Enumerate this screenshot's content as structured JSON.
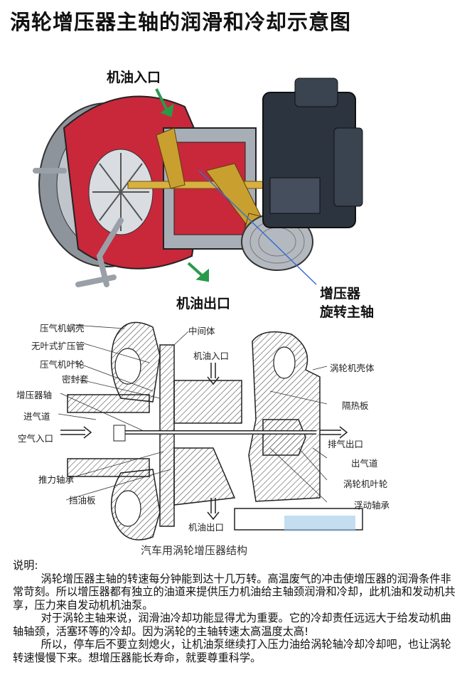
{
  "title": "涡轮增压器主轴的润滑和冷却示意图",
  "photo_labels": {
    "oil_inlet": "机油入口",
    "oil_outlet": "机油出口",
    "shaft_line1": "增压器",
    "shaft_line2": "旋转主轴"
  },
  "diagram": {
    "caption": "汽车用涡轮增压器结构",
    "left_labels": [
      "压气机蜗壳",
      "无叶式扩压管",
      "压气机叶轮",
      "密封套",
      "增压器轴",
      "进气道",
      "空气入口",
      "推力轴承",
      "挡油板"
    ],
    "center_labels": [
      "中间体",
      "机油入口",
      "机油出口"
    ],
    "right_labels": [
      "涡轮机壳体",
      "隔热板",
      "排气出口",
      "出气道",
      "涡轮机叶轮",
      "浮动轴承"
    ]
  },
  "notes": {
    "heading": "说明:",
    "p1": "涡轮增压器主轴的转速每分钟能到达十几万转。高温废气的冲击使增压器的润滑条件非常苛刻。所以增压器都有独立的油道来提供压力机油给主轴颈润滑和冷却，此机油和发动机共享，压力来自发动机机油泵。",
    "p2": "对于涡轮主轴来说，润滑油冷却功能显得尤为重要。它的冷却责任远远大于给发动机曲轴轴颈，活塞环等的冷却。因为涡轮的主轴转速太高温度太高!",
    "p3": "所以，停车后不要立刻熄火，让机油泵继续打入压力油给涡轮轴冷却冷却吧，也让涡轮转速慢慢下来。想增压器能长寿命，就要尊重科学。"
  },
  "colors": {
    "housing_red": "#c8283a",
    "casing_gray": "#9aa0a8",
    "actuator": "#2c3440",
    "brass": "#c9a030",
    "oil_arrow": "#2a9a4a",
    "line_blue": "#3a6fd0"
  }
}
